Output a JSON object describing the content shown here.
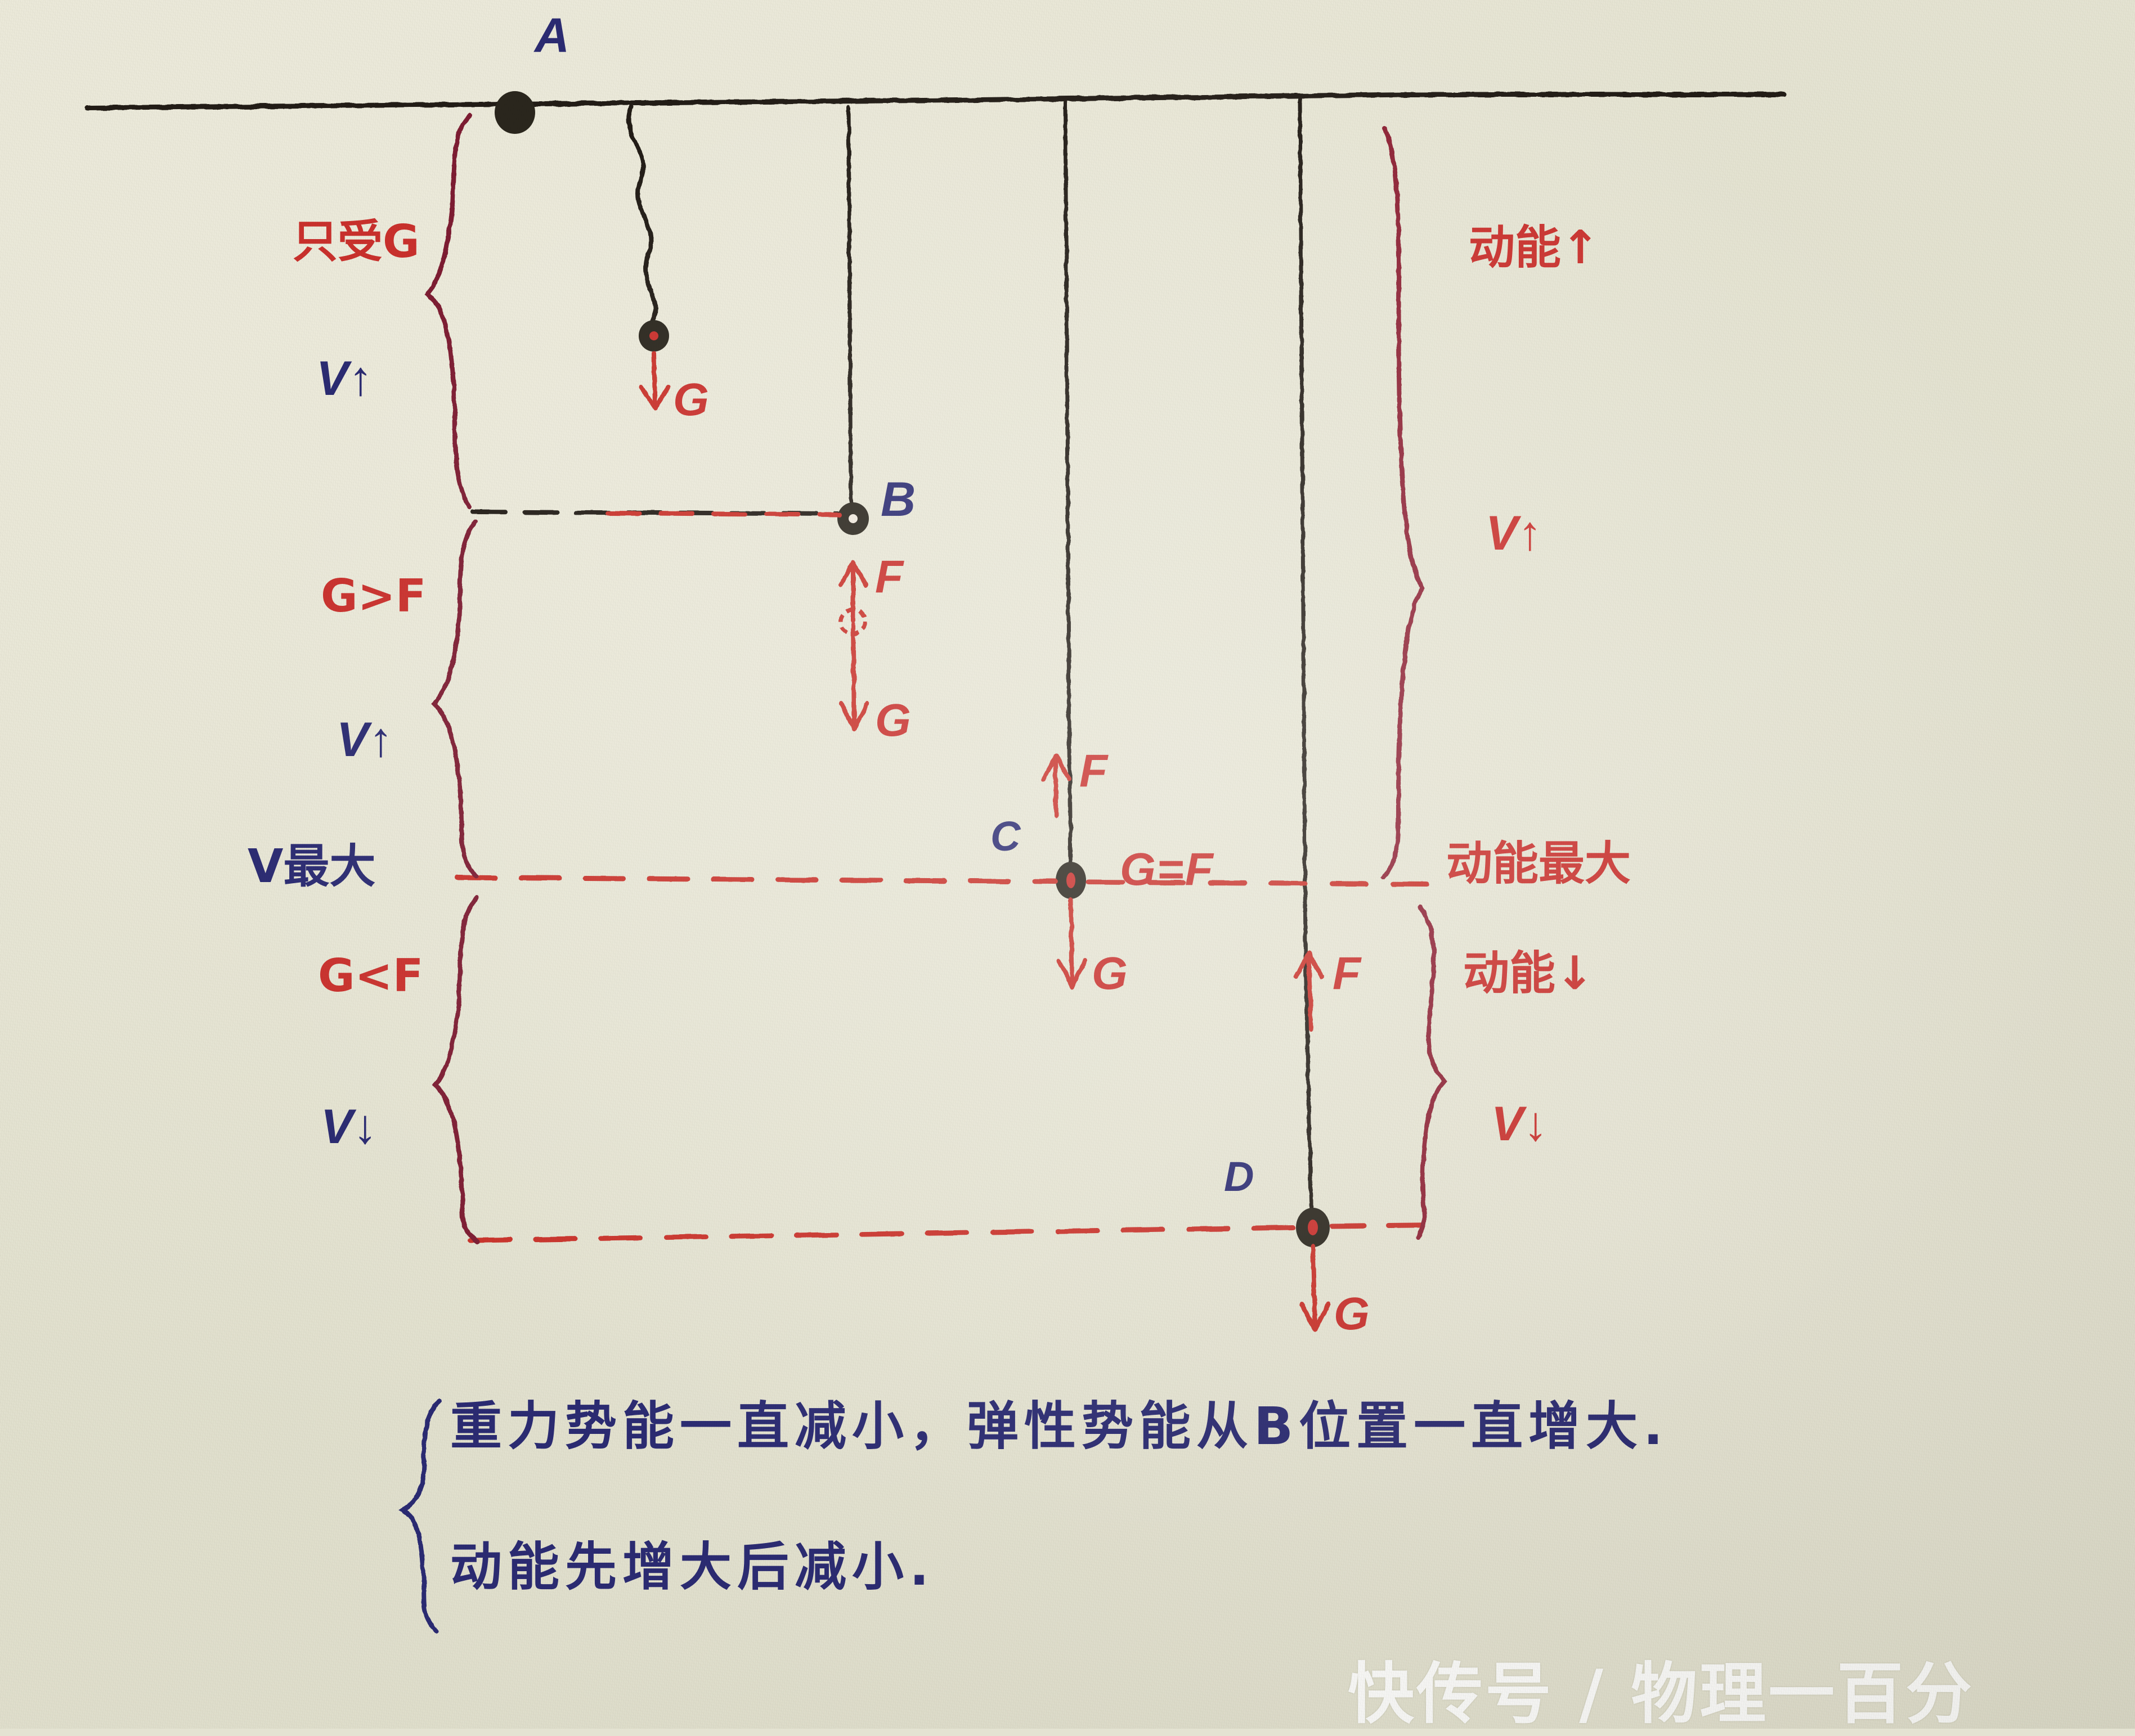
{
  "page": {
    "paper_color": "#e4e3d2",
    "ink_blue": "#2b2b72",
    "ink_red": "#c9302c",
    "ink_black": "#231f18"
  },
  "points": {
    "a": "A",
    "b": "B",
    "c": "C",
    "d": "D"
  },
  "force_labels": {
    "g_at_spring": "G",
    "f_at_b": "F",
    "g_at_b": "G",
    "f_at_c": "F",
    "g_at_c": "G",
    "f_at_d": "F",
    "g_at_d": "G",
    "equilibrium": "G=F"
  },
  "left_annotations": [
    {
      "condition": "只受G",
      "velocity": "V↑"
    },
    {
      "condition": "G>F",
      "velocity": "V↑"
    },
    {
      "condition": "G<F",
      "velocity": "V↓"
    }
  ],
  "left_max_label": "V最大",
  "right_annotations": [
    {
      "energy": "动能↑",
      "velocity": "V↑"
    },
    {
      "energy": "动能↓",
      "velocity": "V↓"
    }
  ],
  "right_max_label": "动能最大",
  "conclusion": {
    "line1": "重力势能一直减小，弹性势能从B位置一直增大.",
    "line2": "动能先增大后减小."
  },
  "watermark": "快传号 / 物理一百分"
}
